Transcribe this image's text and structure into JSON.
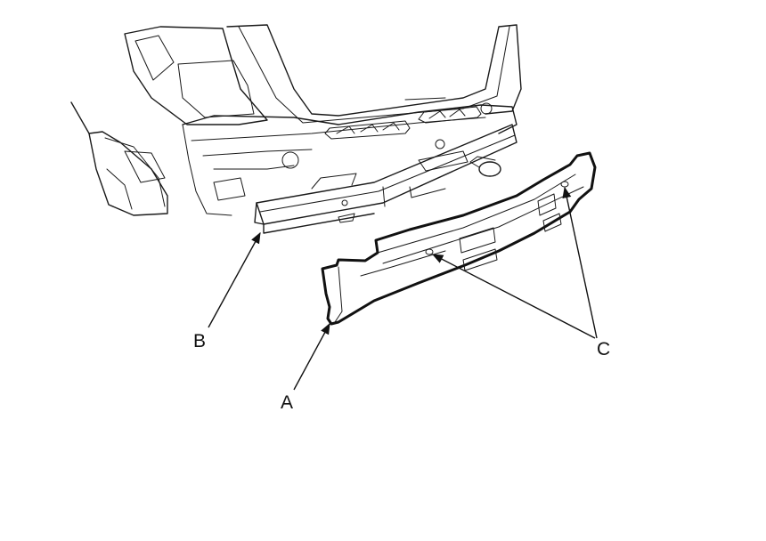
{
  "callouts": [
    {
      "id": "A",
      "label": "A",
      "target": "absorber-outer-end"
    },
    {
      "id": "B",
      "label": "B",
      "target": "beam-end"
    },
    {
      "id": "C",
      "label": "C",
      "target": "absorber-holes"
    }
  ],
  "colors": {
    "line": "#1a1a1a",
    "background": "#ffffff",
    "label": "#111111"
  }
}
